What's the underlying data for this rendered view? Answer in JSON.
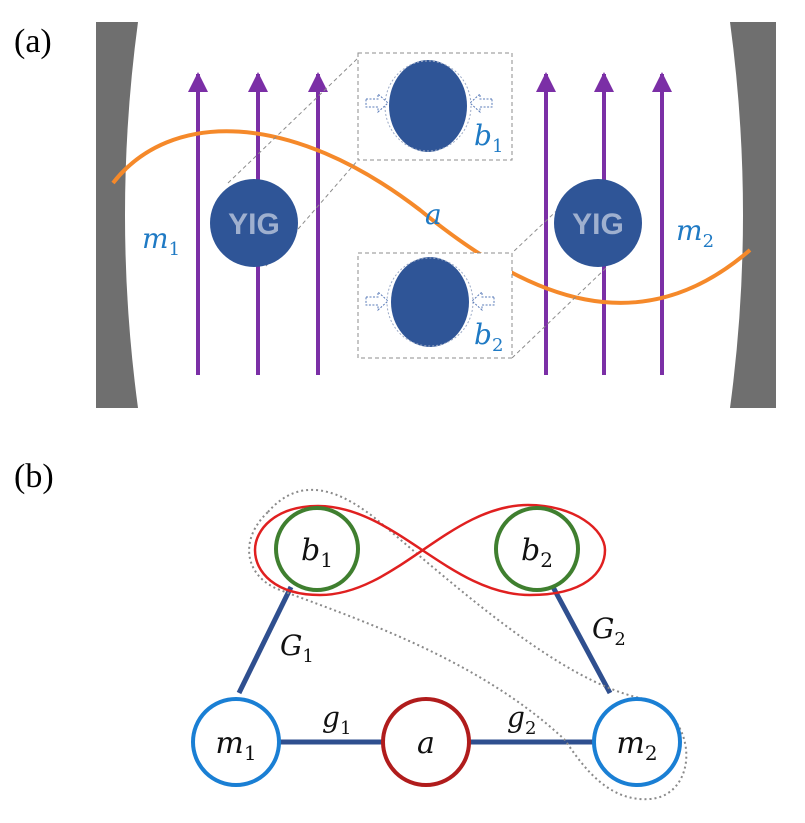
{
  "panel_a": {
    "label": "(a)",
    "yig_left": "YIG",
    "yig_right": "YIG",
    "m1": {
      "sym": "m",
      "sub": "1"
    },
    "m2": {
      "sym": "m",
      "sub": "2"
    },
    "a": "a",
    "b1": {
      "sym": "b",
      "sub": "1"
    },
    "b2": {
      "sym": "b",
      "sub": "2"
    }
  },
  "panel_b": {
    "label": "(b)",
    "nodes": {
      "b1": {
        "sym": "b",
        "sub": "1"
      },
      "b2": {
        "sym": "b",
        "sub": "2"
      },
      "m1": {
        "sym": "m",
        "sub": "1"
      },
      "m2": {
        "sym": "m",
        "sub": "2"
      },
      "a": {
        "sym": "a",
        "sub": ""
      }
    },
    "couplings": {
      "G1": {
        "sym": "G",
        "sub": "1"
      },
      "G2": {
        "sym": "G",
        "sub": "2"
      },
      "g1": {
        "sym": "g",
        "sub": "1"
      },
      "g2": {
        "sym": "g",
        "sub": "2"
      }
    }
  },
  "colors": {
    "mirror": "#6f6f6f",
    "field_line": "#7b2fa6",
    "wave": "#f5892a",
    "yig_sphere": "#2f5597",
    "label_blue": "#1f7ac4",
    "edge": "#2f4f8f",
    "magnon_node": "#1a7fd4",
    "phonon_node": "#3f7f2f",
    "cavity_node": "#b01c1c",
    "entangle_loop": "#e02020",
    "dotted_loop": "#8a8a8a"
  }
}
